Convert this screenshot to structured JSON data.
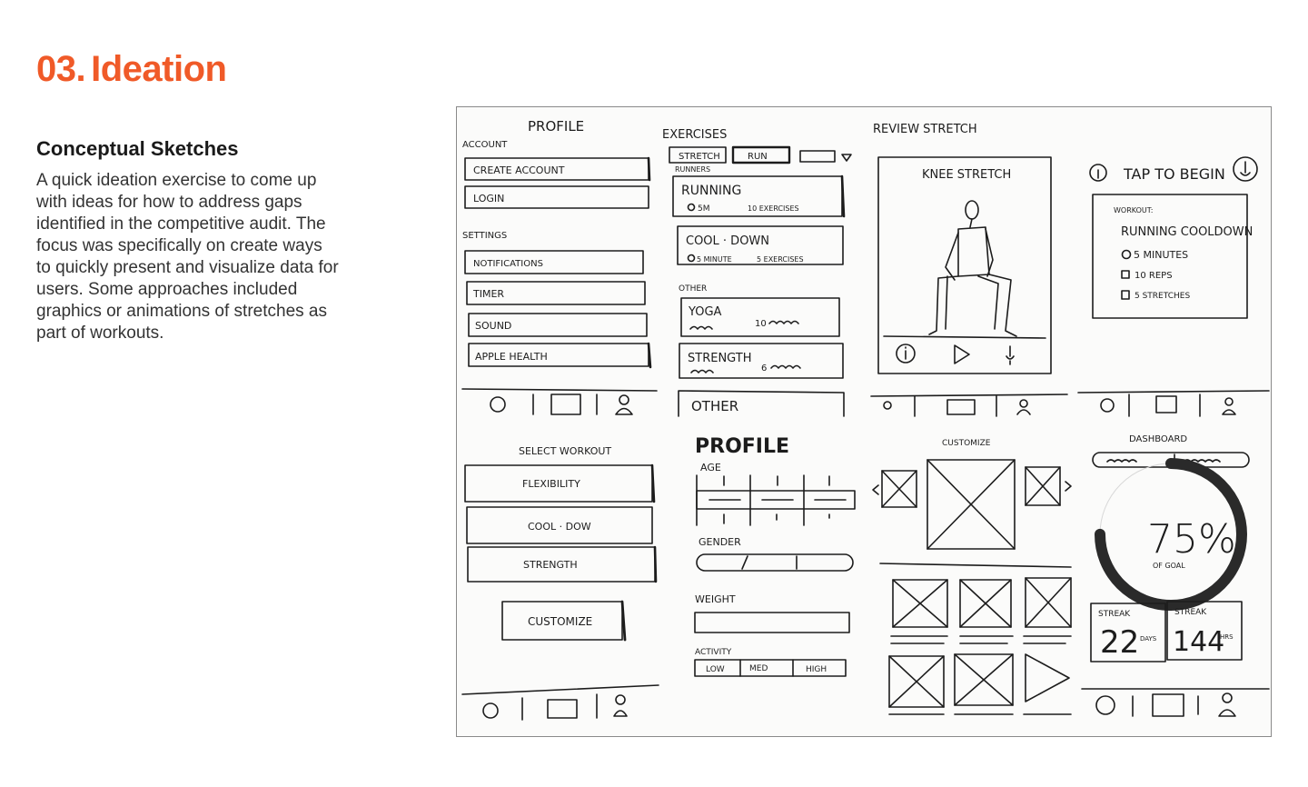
{
  "header": {
    "section_number": "03.",
    "title": "Ideation"
  },
  "intro": {
    "heading": "Conceptual Sketches",
    "body": "A quick ideation exercise to come up with ideas for how to address gaps identified in the competitive audit. The focus was specifically on create ways to quickly present and visualize data for users. Some approaches included graphics or animations of stretches as part of workouts."
  },
  "colors": {
    "accent": "#f05a28",
    "heading": "#1a1a1a",
    "body": "#333333",
    "ink": "#1c1c1c"
  },
  "sketches": {
    "profile": {
      "title": "PROFILE",
      "account_label": "ACCOUNT",
      "create_account": "CREATE ACCOUNT",
      "login": "LOGIN",
      "settings_label": "SETTINGS",
      "notifications": "NOTIFICATIONS",
      "timer": "TIMER",
      "sound": "SOUND",
      "apple_health": "APPLE HEALTH"
    },
    "exercises": {
      "title": "EXERCISES",
      "tab_stretch": "STRETCH",
      "tab_run": "RUN",
      "runners_label": "RUNNERS",
      "running": "RUNNING",
      "running_meta_a": "5M",
      "running_meta_b": "10 EXERCISES",
      "cooldown": "COOL · DOWN",
      "cooldown_meta_a": "5 MINUTE",
      "cooldown_meta_b": "5 EXERCISES",
      "other_label": "OTHER",
      "yoga": "YOGA",
      "yoga_meta": "10",
      "strength": "STRENGTH",
      "strength_meta": "6",
      "other": "OTHER"
    },
    "review_stretch": {
      "title": "REVIEW STRETCH",
      "card_title": "KNEE STRETCH"
    },
    "tap_to_begin": {
      "title": "TAP TO BEGIN",
      "workout_label": "WORKOUT:",
      "workout_name": "RUNNING COOLDOWN",
      "item_1": "5 MINUTES",
      "item_2": "10 REPS",
      "item_3": "5 STRETCHES"
    },
    "select_workout": {
      "title": "SELECT WORKOUT",
      "flexibility": "FLEXIBILITY",
      "cooldown": "COOL · DOW",
      "strength": "STRENGTH",
      "customize": "CUSTOMIZE"
    },
    "profile_form": {
      "title": "PROFILE",
      "age_label": "AGE",
      "gender_label": "GENDER",
      "weight_label": "WEIGHT",
      "activity_label": "ACTIVITY",
      "activity_low": "LOW",
      "activity_med": "MED",
      "activity_high": "HIGH"
    },
    "customize": {
      "title": "CUSTOMIZE"
    },
    "dashboard": {
      "title": "DASHBOARD",
      "percent": "75%",
      "of_goal": "OF GOAL",
      "goal_progress": 0.75,
      "streak_label_1": "STREAK",
      "streak_value_1": "22",
      "streak_unit_1": "DAYS",
      "streak_label_2": "STREAK",
      "streak_value_2": "144",
      "streak_unit_2": "HRS"
    }
  }
}
